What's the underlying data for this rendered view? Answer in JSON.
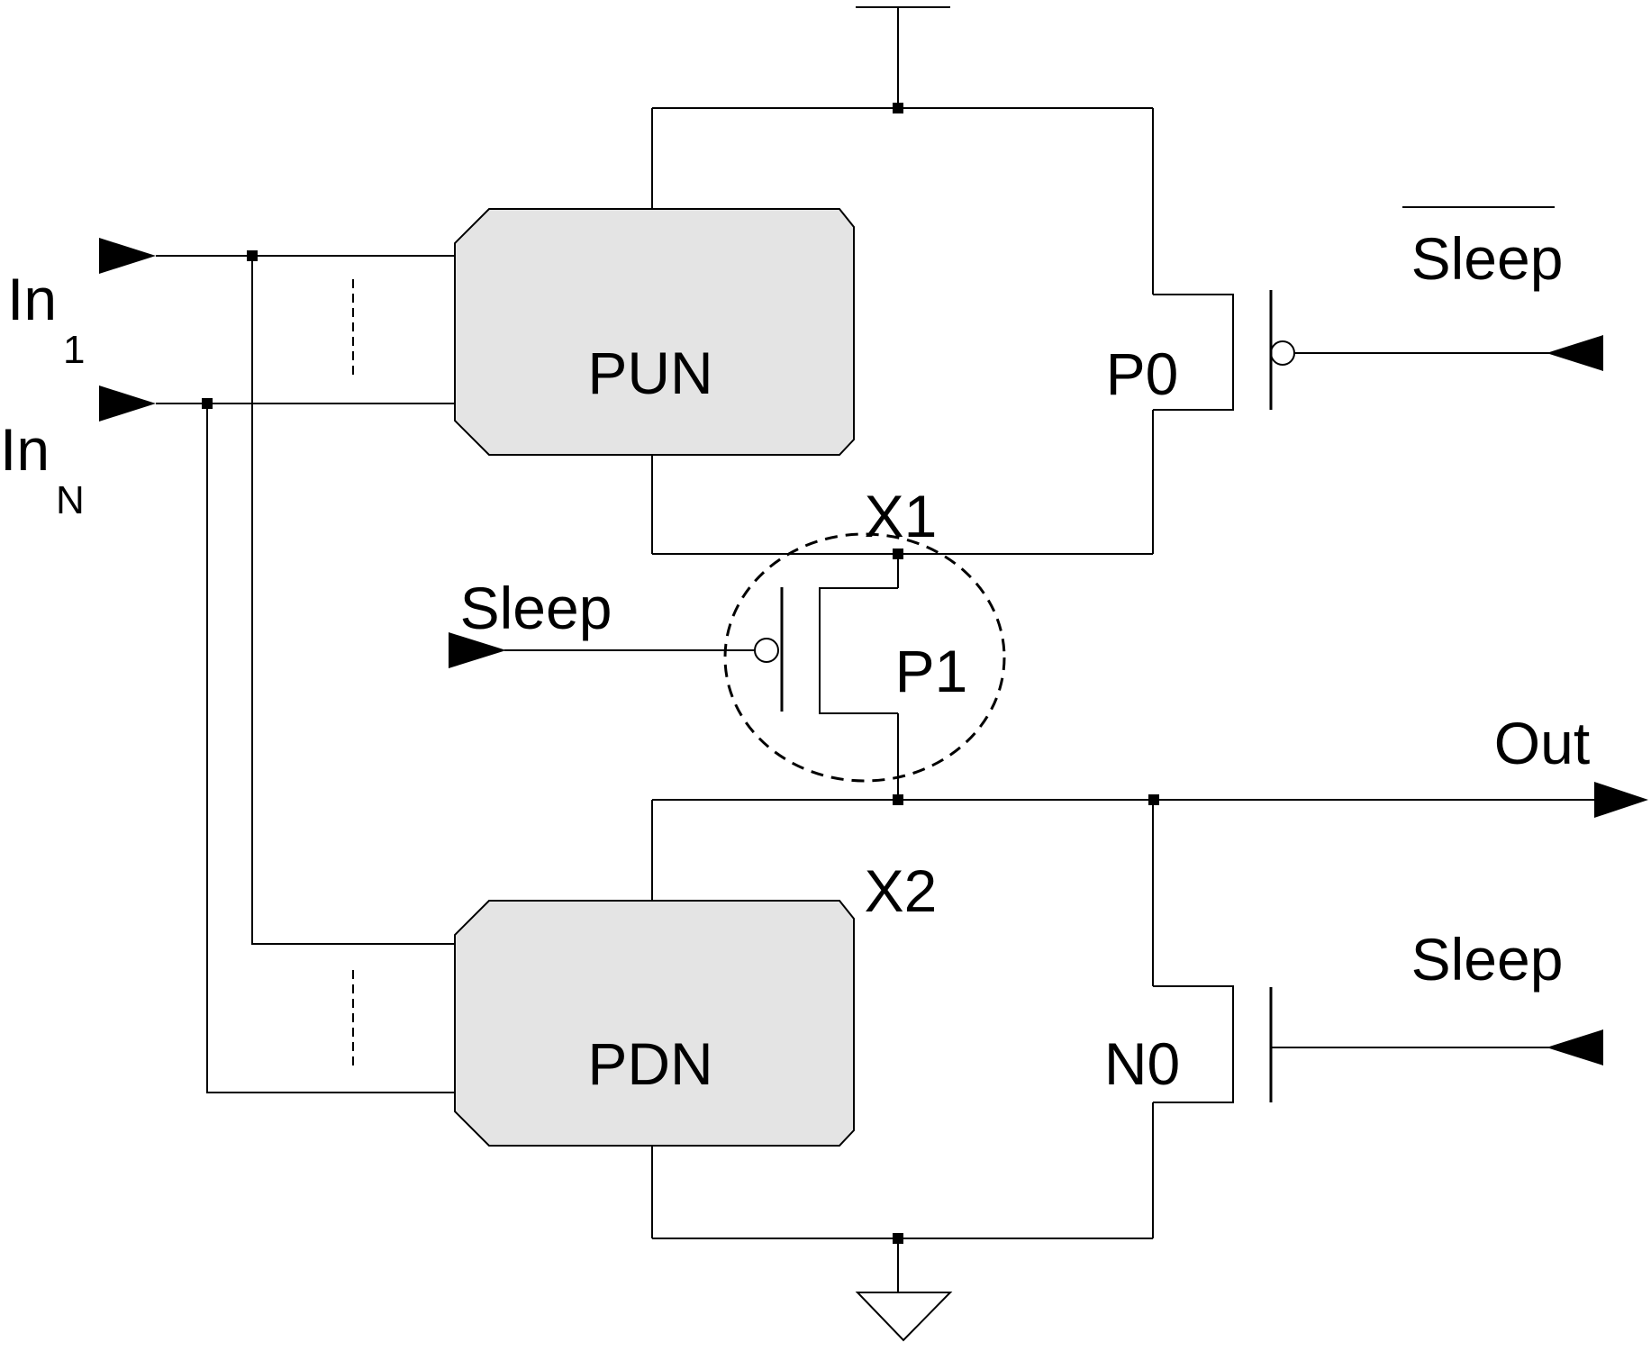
{
  "labels": {
    "in1_main": "In",
    "in1_sub": "1",
    "inN_main": "In",
    "inN_sub": "N",
    "pun": "PUN",
    "pdn": "PDN",
    "p0": "P0",
    "p1": "P1",
    "n0": "N0",
    "x1": "X1",
    "x2": "X2",
    "sleep_bar": "Sleep",
    "sleep_p1": "Sleep",
    "sleep_n0": "Sleep",
    "out": "Out"
  },
  "colors": {
    "line": "#000000",
    "block_fill": "#e4e4e4",
    "background": "#ffffff"
  }
}
